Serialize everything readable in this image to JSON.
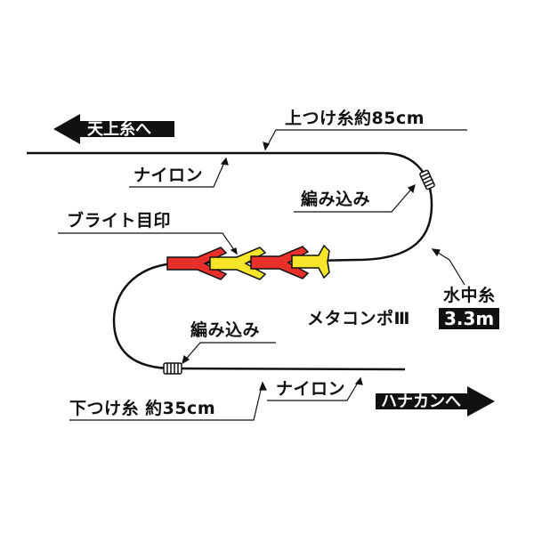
{
  "labels": {
    "to_main_line": "天上糸へ",
    "top_leader": "上つけ糸約85cm",
    "nylon_top": "ナイロン",
    "braided_top": "編み込み",
    "bright_mark": "ブライト目印",
    "underwater_line": "水中糸",
    "underwater_length": "3.3m",
    "product_name": "メタコンポⅢ",
    "braided_bottom": "編み込み",
    "bottom_leader": "下つけ糸 約35cm",
    "nylon_bottom": "ナイロン",
    "to_swivel": "ハナカンへ"
  },
  "colors": {
    "line": "#111111",
    "mark_red": "#e8302a",
    "mark_yellow": "#f7e52a",
    "tag_bg": "#111111"
  },
  "marks": [
    "red",
    "yellow",
    "red",
    "yellow"
  ]
}
